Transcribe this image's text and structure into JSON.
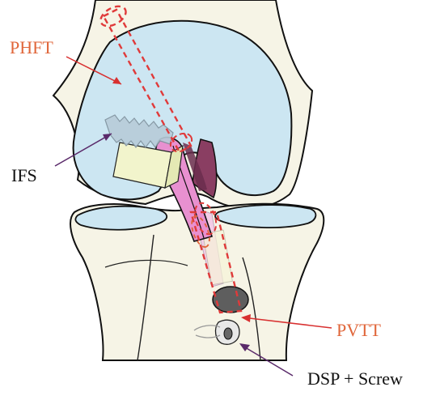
{
  "labels": {
    "phft": "PHFT",
    "ifs": "IFS",
    "pvtt": "PVTT",
    "dsp": "DSP + Screw"
  },
  "colors": {
    "bone_fill": "#f6f4e6",
    "bone_stroke": "#111111",
    "cartilage": "#cce6f2",
    "graft_pink": "#e890d0",
    "graft_dark": "#8a3e62",
    "tunnel_dash": "#e03a3a",
    "orange_text": "#e0663a",
    "arrow_purple": "#5a2a6a",
    "arrow_red": "#d83030",
    "fixation_green": "#f2f4cc",
    "implant_gray": "#5a5a5a"
  }
}
